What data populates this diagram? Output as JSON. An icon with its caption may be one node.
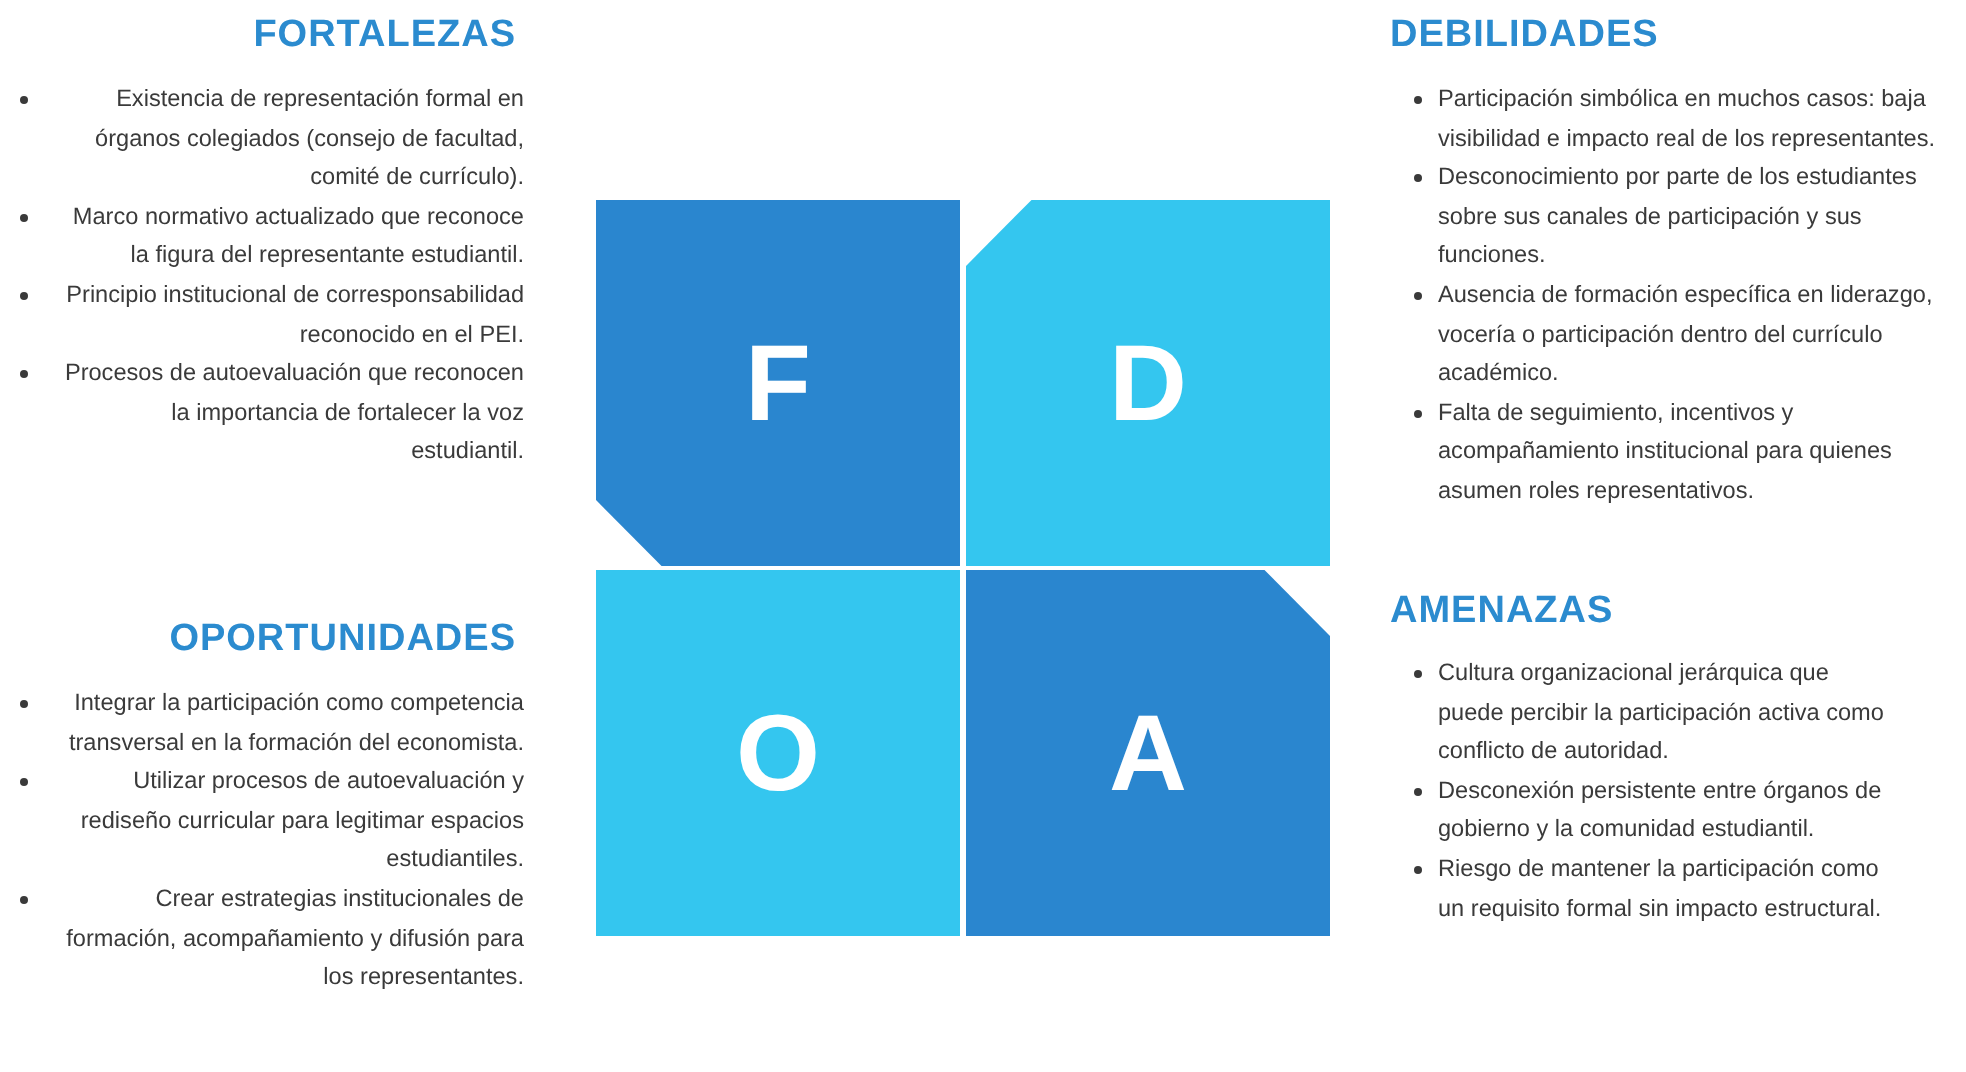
{
  "diagram": {
    "nodes": [
      {
        "text": [
          "F"
        ]
      },
      {
        "text": [
          "D"
        ]
      },
      {
        "text": [
          "O"
        ]
      },
      {
        "text": [
          "A"
        ]
      }
    ],
    "labels": [
      "FORTALEZAS",
      "Existencia de representación formal en órganos colegiados (consejo de facultad, comité de currículo).",
      "Marco normativo actualizado que reconoce la figura del representante estudiantil.",
      "Principio institucional de corresponsabilidad reconocido en el PEI.",
      "Procesos de autoevaluación que reconocen la importancia de fortalecer la voz estudiantil.",
      "DEBILIDADES",
      "Participación simbólica en muchos casos: baja visibilidad e impacto real de los representantes.",
      "Desconocimiento por parte de los estudiantes sobre sus canales de participación y sus funciones.",
      "Ausencia de formación específica en liderazgo, vocería o participación dentro del currículo académico.",
      "Falta de seguimiento, incentivos y acompañamiento institucional para quienes asumen roles representativos.",
      "OPORTUNIDADES",
      "Integrar la participación como competencia transversal en la formación del economista.",
      "Utilizar procesos de autoevaluación y rediseño curricular para legitimar espacios estudiantiles.",
      "Crear estrategias institucionales de formación, acompañamiento y difusión para los representantes.",
      "AMENAZAS",
      "Cultura organizacional jerárquica que puede percibir la participación activa como conflicto de autoridad.",
      "Desconexión persistente entre órganos de gobierno y la comunidad estudiantil.",
      "Riesgo de mantener la participación como un requisito formal sin impacto estructural."
    ]
  }
}
